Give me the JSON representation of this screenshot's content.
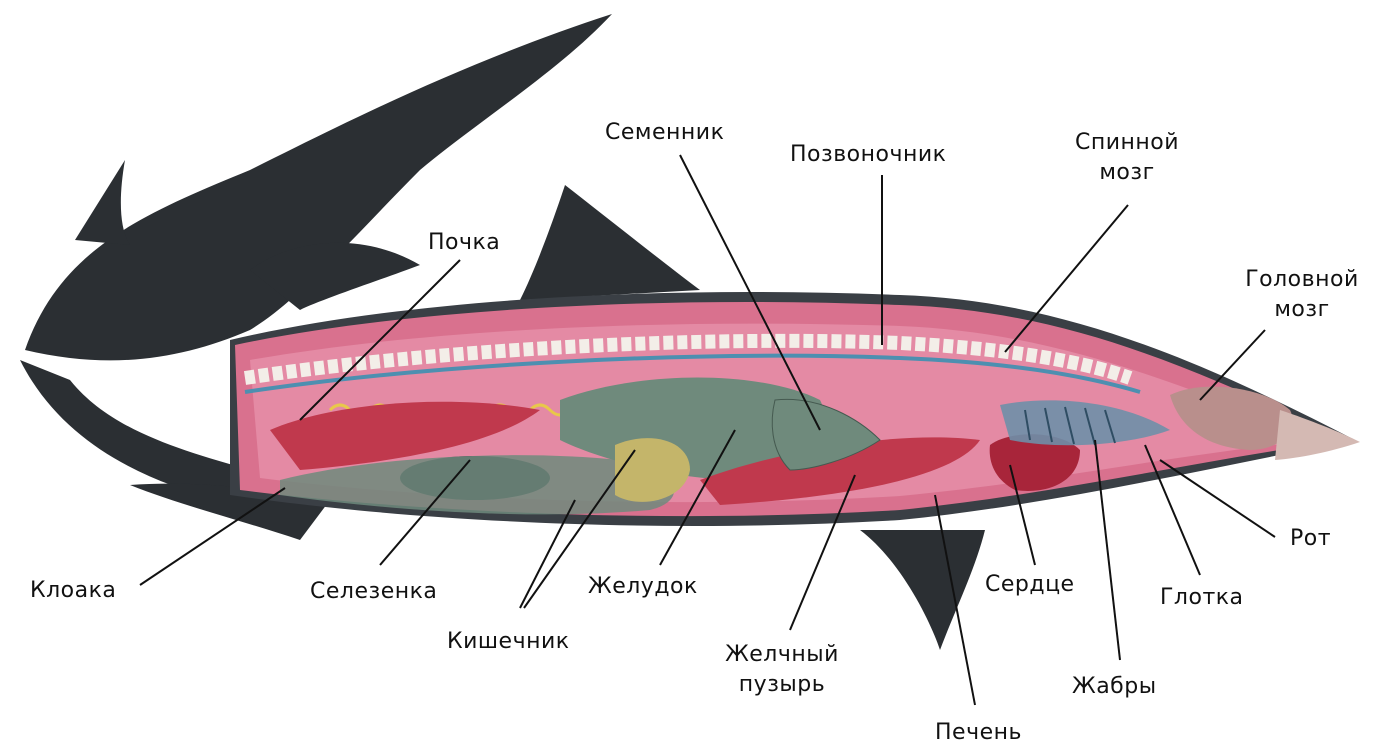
{
  "labels": {
    "semennik": "Семенник",
    "pozvonochnik": "Позвоночник",
    "spinnoy_mozg": [
      "Спинной",
      "мозг"
    ],
    "golovnoy_mozg": [
      "Головной",
      "мозг"
    ],
    "pochka": "Почка",
    "rot": "Рот",
    "kloaka": "Клоака",
    "selezenka": "Селезенка",
    "zheludok": "Желудок",
    "kishechnik": "Кишечник",
    "zhelchny_puzyr": [
      "Желчный",
      "пузырь"
    ],
    "pechen": "Печень",
    "serdtse": "Сердце",
    "glotka": "Глотка",
    "zhabry": "Жабры"
  },
  "colors": {
    "skin": "#2b2f33",
    "skin_light": "#4a4f55",
    "body_cavity": "#d9718e",
    "cavity_inner": "#e48aa4",
    "vertebra": "#f3eee8",
    "organ_green": "#6f8a7c",
    "organ_red": "#c0394d",
    "heart": "#a8253a",
    "gill": "#6e8fa8",
    "liver_yellow": "#c4b56a",
    "leader": "#111111"
  }
}
